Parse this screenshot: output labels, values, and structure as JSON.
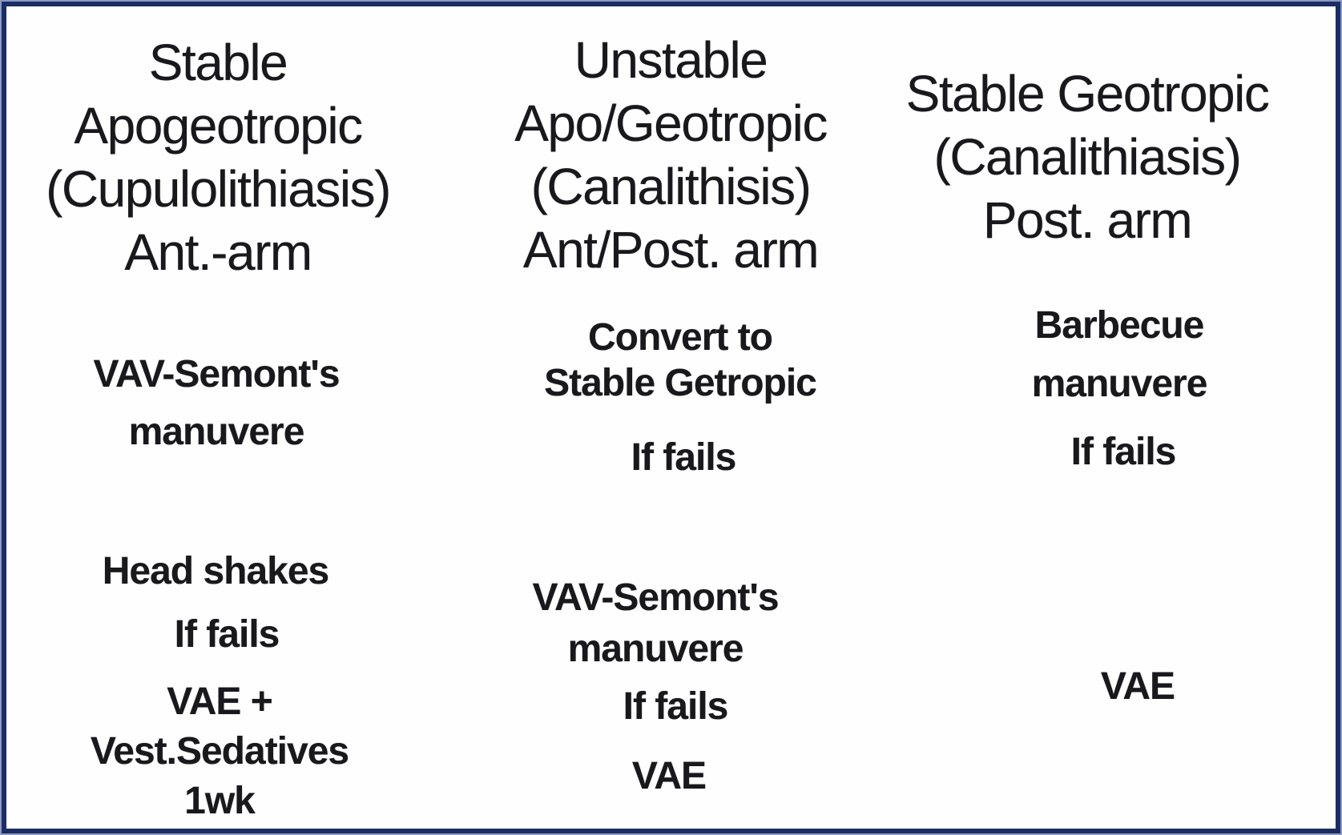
{
  "figure": {
    "background": "#fefefe",
    "border_color": "#1b2d64",
    "border_edge_color": "#8b99c4",
    "text_color": "#18181d"
  },
  "columns": [
    {
      "id": "stable-apogeotropic",
      "header_lines": [
        "Stable",
        "Apogeotropic",
        "(Cupulolithiasis)",
        "Ant.-arm"
      ],
      "steps": [
        [
          "VAV-Semont's",
          "manuvere"
        ],
        [
          "Head shakes"
        ],
        [
          "If fails"
        ],
        [
          "VAE +",
          "Vest.Sedatives",
          "1wk"
        ]
      ]
    },
    {
      "id": "unstable-apo-geotropic",
      "header_lines": [
        "Unstable",
        "Apo/Geotropic",
        "(Canalithisis)",
        "Ant/Post. arm"
      ],
      "steps": [
        [
          "Convert to",
          "Stable Getropic"
        ],
        [
          "If fails"
        ],
        [
          "VAV-Semont's",
          "manuvere"
        ],
        [
          "If fails"
        ],
        [
          "VAE"
        ]
      ]
    },
    {
      "id": "stable-geotropic",
      "header_lines": [
        "Stable Geotropic",
        "(Canalithiasis)",
        "Post. arm"
      ],
      "steps": [
        [
          "Barbecue",
          "manuvere"
        ],
        [
          "If fails"
        ],
        [
          "VAE"
        ]
      ]
    }
  ]
}
